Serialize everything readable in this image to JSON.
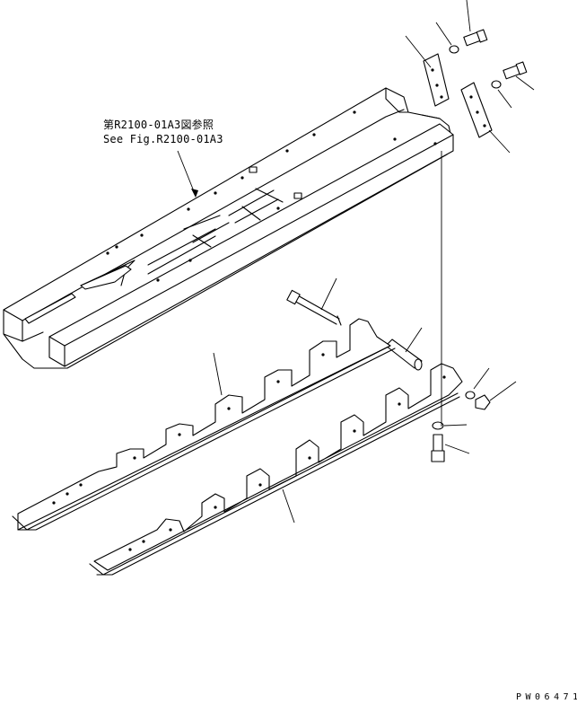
{
  "reference": {
    "line_jp": "第R2100-01A3図参照",
    "line_en": "See Fig.R2100-01A3"
  },
  "drawing_code": "PW06471",
  "colors": {
    "line": "#000000",
    "background": "#ffffff"
  }
}
